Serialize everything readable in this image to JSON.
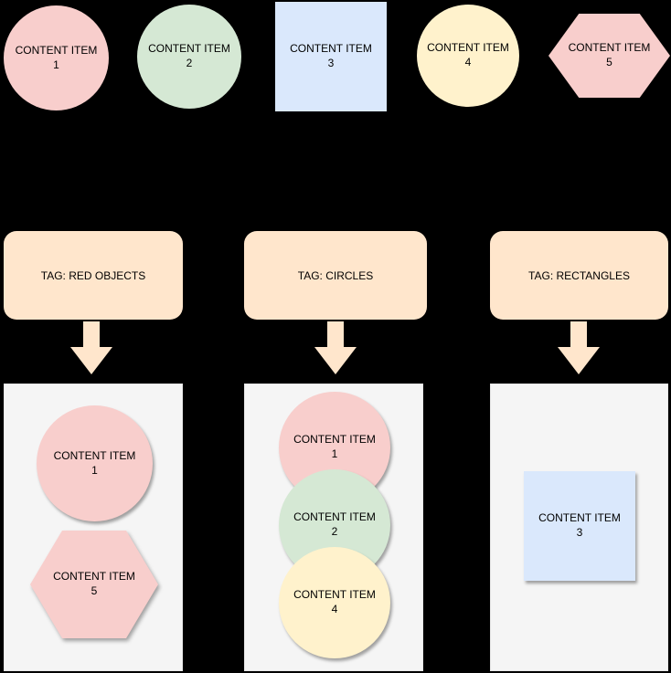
{
  "canvas": {
    "background": "#000000"
  },
  "colors": {
    "pink": "#f8cecc",
    "green": "#d5e8d4",
    "blue": "#dae8fc",
    "yellow": "#fff2cc",
    "tag_orange": "#ffe6cc",
    "container_gray": "#f5f5f5",
    "text": "#000000"
  },
  "top_items": [
    {
      "label": "CONTENT ITEM 1",
      "shape": "circle",
      "color": "#f8cecc"
    },
    {
      "label": "CONTENT ITEM 2",
      "shape": "circle",
      "color": "#d5e8d4"
    },
    {
      "label": "CONTENT ITEM 3",
      "shape": "square",
      "color": "#dae8fc"
    },
    {
      "label": "CONTENT ITEM 4",
      "shape": "circle",
      "color": "#fff2cc"
    },
    {
      "label": "CONTENT ITEM 5",
      "shape": "hexagon",
      "color": "#f8cecc"
    }
  ],
  "groups": [
    {
      "tag_label": "TAG: RED OBJECTS",
      "members": [
        {
          "label": "CONTENT ITEM 1",
          "shape": "circle",
          "color": "#f8cecc"
        },
        {
          "label": "CONTENT ITEM 5",
          "shape": "hexagon",
          "color": "#f8cecc"
        }
      ]
    },
    {
      "tag_label": "TAG: CIRCLES",
      "members": [
        {
          "label": "CONTENT ITEM 1",
          "shape": "circle",
          "color": "#f8cecc"
        },
        {
          "label": "CONTENT ITEM 2",
          "shape": "circle",
          "color": "#d5e8d4"
        },
        {
          "label": "CONTENT ITEM 4",
          "shape": "circle",
          "color": "#fff2cc"
        }
      ]
    },
    {
      "tag_label": "TAG: RECTANGLES",
      "members": [
        {
          "label": "CONTENT ITEM 3",
          "shape": "square",
          "color": "#dae8fc"
        }
      ]
    }
  ]
}
